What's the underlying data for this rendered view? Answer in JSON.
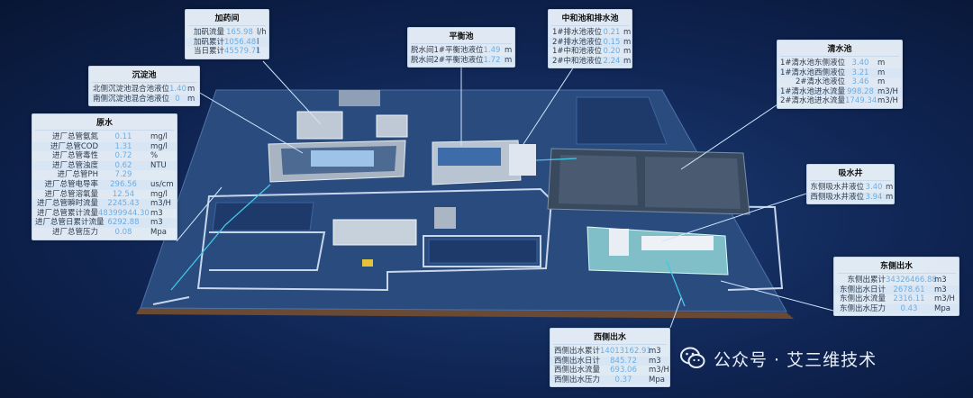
{
  "colors": {
    "value": "#6aaee6",
    "panel_bg": "#ecf4fc",
    "leader": "#cfe6ff",
    "ground": "#2a4b7e"
  },
  "panels": [
    {
      "id": "dosing",
      "title": "加药间",
      "rows": [
        {
          "label": "加矾流量",
          "value": "165.98",
          "unit": "l/h"
        },
        {
          "label": "加矾累计",
          "value": "1056.48",
          "unit": "l"
        },
        {
          "label": "当日累计",
          "value": "45579.71",
          "unit": "l"
        }
      ]
    },
    {
      "id": "balance",
      "title": "平衡池",
      "rows": [
        {
          "label": "脱水间1#平衡池液位",
          "value": "1.49",
          "unit": "m"
        },
        {
          "label": "脱水间2#平衡池液位",
          "value": "1.72",
          "unit": "m"
        }
      ]
    },
    {
      "id": "neutral",
      "title": "中和池和排水池",
      "rows": [
        {
          "label": "1#排水池液位",
          "value": "0.21",
          "unit": "m"
        },
        {
          "label": "2#排水池液位",
          "value": "0.15",
          "unit": "m"
        },
        {
          "label": "1#中和池液位",
          "value": "0.20",
          "unit": "m"
        },
        {
          "label": "2#中和池液位",
          "value": "2.24",
          "unit": "m"
        }
      ]
    },
    {
      "id": "sediment",
      "title": "沉淀池",
      "rows": [
        {
          "label": "北侧沉淀池混合池液位",
          "value": "1.40",
          "unit": "m"
        },
        {
          "label": "南侧沉淀池混合池液位",
          "value": "0",
          "unit": "m"
        }
      ]
    },
    {
      "id": "clear",
      "title": "清水池",
      "rows": [
        {
          "label": "1#清水池东侧液位",
          "value": "3.40",
          "unit": "m"
        },
        {
          "label": "1#清水池西侧液位",
          "value": "3.21",
          "unit": "m"
        },
        {
          "label": "2#清水池液位",
          "value": "3.46",
          "unit": "m"
        },
        {
          "label": "1#清水池进水流量",
          "value": "998.28",
          "unit": "m3/H"
        },
        {
          "label": "2#清水池进水流量",
          "value": "1749.34",
          "unit": "m3/H"
        }
      ]
    },
    {
      "id": "raw",
      "title": "原水",
      "rows": [
        {
          "label": "进厂总管氨氮",
          "value": "0.11",
          "unit": "mg/l"
        },
        {
          "label": "进厂总管COD",
          "value": "1.31",
          "unit": "mg/l"
        },
        {
          "label": "进厂总管毒性",
          "value": "0.72",
          "unit": "%"
        },
        {
          "label": "进厂总管浊度",
          "value": "0.62",
          "unit": "NTU"
        },
        {
          "label": "进厂总管PH",
          "value": "7.29",
          "unit": ""
        },
        {
          "label": "进厂总管电导率",
          "value": "296.56",
          "unit": "us/cm"
        },
        {
          "label": "进厂总管溶氧量",
          "value": "12.54",
          "unit": "mg/l"
        },
        {
          "label": "进厂总管瞬时流量",
          "value": "2245.43",
          "unit": "m3/H"
        },
        {
          "label": "进厂总管累计流量",
          "value": "48399944.30",
          "unit": "m3"
        },
        {
          "label": "进厂总管日累计流量",
          "value": "6292.88",
          "unit": "m3"
        },
        {
          "label": "进厂总管压力",
          "value": "0.08",
          "unit": "Mpa"
        }
      ]
    },
    {
      "id": "suction",
      "title": "吸水井",
      "rows": [
        {
          "label": "东侧吸水井液位",
          "value": "3.40",
          "unit": "m"
        },
        {
          "label": "西侧吸水井液位",
          "value": "3.94",
          "unit": "m"
        }
      ]
    },
    {
      "id": "east",
      "title": "东侧出水",
      "rows": [
        {
          "label": "东侧出累计",
          "value": "34326466.88",
          "unit": "m3"
        },
        {
          "label": "东侧出水日计",
          "value": "2678.61",
          "unit": "m3"
        },
        {
          "label": "东侧出水流量",
          "value": "2316.11",
          "unit": "m3/H"
        },
        {
          "label": "东侧出水压力",
          "value": "0.43",
          "unit": "Mpa"
        }
      ]
    },
    {
      "id": "west",
      "title": "西侧出水",
      "rows": [
        {
          "label": "西侧出水累计",
          "value": "14013162.91",
          "unit": "m3"
        },
        {
          "label": "西侧出水日计",
          "value": "845.72",
          "unit": "m3"
        },
        {
          "label": "西侧出水流量",
          "value": "693.06",
          "unit": "m3/H"
        },
        {
          "label": "西侧出水压力",
          "value": "0.37",
          "unit": "Mpa"
        }
      ]
    }
  ],
  "watermark": {
    "text": "公众号 · 艾三维技术",
    "icon": "wechat-icon"
  }
}
